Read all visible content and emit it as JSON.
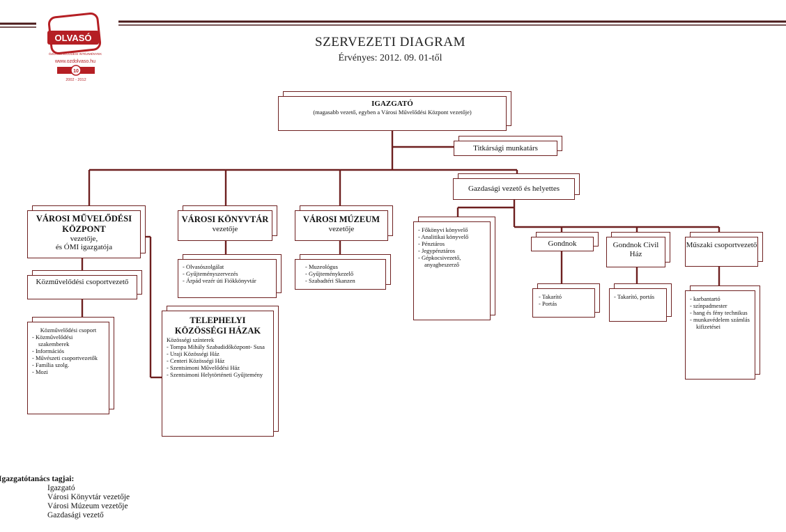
{
  "header": {
    "title": "SZERVEZETI DIAGRAM",
    "subtitle": "Érvényes: 2012. 09. 01-től"
  },
  "logo": {
    "brand": "OLVASÓ",
    "tagline": "ÓZDI MŰVELŐDÉSI INTÉZMÉNYEK",
    "url": "www.ozdolvaso.hu",
    "years": "2002 - 2012",
    "badge": "10",
    "color": "#b51f24"
  },
  "nodes": {
    "director": {
      "title": "IGAZGATÓ",
      "note": "(magasabb vezető, egyben a Városi Művelődési Központ vezetője)"
    },
    "secretary": "Titkársági munkatárs",
    "finance": "Gazdasági vezető és helyettes",
    "vmk": {
      "title": "VÁROSI MŰVELŐDÉSI KÖZPONT",
      "sub": "vezetője,\nés ÓMI igazgatója"
    },
    "library": {
      "title": "VÁROSI KÖNYVTÁR",
      "sub": "vezetője",
      "items": [
        "Olvasószolgálat",
        "Gyűjteményszervezés",
        "Árpád vezér úti Fiókkönyvtár"
      ]
    },
    "museum": {
      "title": "VÁROSI MÚZEUM",
      "sub": "vezetője",
      "items": [
        "Muzeológus",
        "Gyűjteménykezelő",
        "Szabadtéri Skanzen"
      ]
    },
    "culture_lead": "Közművelődési csoportvezető",
    "culture_group": {
      "title": "Közművelődési csoport",
      "items": [
        "Közművelődési szakemberek",
        "Információs",
        "Művészeti csoportvezetők",
        "Família szolg.",
        "Mozi"
      ]
    },
    "sites": {
      "title": "TELEPHELYI KÖZÖSSÉGI HÁZAK",
      "sub": "Közösségi színterek",
      "items": [
        "Tompa Mihály Szabadidőközpont- Susa",
        "Uraji Közösségi Ház",
        "Centeri Közösségi Ház",
        "Szentsimoni Művelődési Ház",
        "Szentsimoni Helytörténeti Gyűjtemény"
      ]
    },
    "accounting": {
      "items": [
        "Főkönyvi könyvelő",
        "Analitikai könyvelő",
        "Pénztáros",
        "Jegypénztáros",
        "Gépkocsivezető, anyagbeszerző"
      ]
    },
    "caretaker": {
      "title": "Gondnok",
      "items": [
        "Takarító",
        "Portás"
      ]
    },
    "caretaker_civil": {
      "title": "Gondnok Civil Ház",
      "items": [
        "Takarító, portás"
      ]
    },
    "technical": {
      "title": "Műszaki csoportvezető",
      "items": [
        "karbantartó",
        "színpadmester",
        "hang és fény technikus",
        "munkavédelem számlás kifizetései"
      ]
    }
  },
  "council": {
    "heading": "Igazgatótanács tagjai:",
    "members": [
      "Igazgató",
      "Városi Könyvtár vezetője",
      "Városi Múzeum vezetője",
      "Gazdasági vezető"
    ]
  },
  "colors": {
    "line": "#6d1f1f",
    "rule": "#4a1a1a"
  }
}
